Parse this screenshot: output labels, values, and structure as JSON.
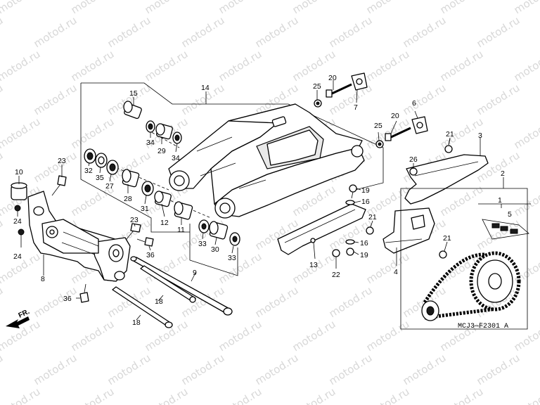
{
  "watermark": "motod.ru",
  "diagram_code": "MCJ3—F2301 A",
  "direction_label": "FR.",
  "callouts": {
    "c1": "1",
    "c2": "2",
    "c3": "3",
    "c4": "4",
    "c5": "5",
    "c6": "6",
    "c7": "7",
    "c8": "8",
    "c9": "9",
    "c10": "10",
    "c11": "11",
    "c12": "12",
    "c13": "13",
    "c14": "14",
    "c15": "15",
    "c16a": "16",
    "c16b": "16",
    "c18a": "18",
    "c18b": "18",
    "c19a": "19",
    "c19b": "19",
    "c20a": "20",
    "c20b": "20",
    "c21a": "21",
    "c21b": "21",
    "c21c": "21",
    "c22": "22",
    "c23a": "23",
    "c23b": "23",
    "c24a": "24",
    "c24b": "24",
    "c25a": "25",
    "c25b": "25",
    "c26": "26",
    "c27": "27",
    "c28": "28",
    "c29": "29",
    "c30": "30",
    "c31": "31",
    "c32": "32",
    "c33a": "33",
    "c33b": "33",
    "c34a": "34",
    "c34b": "34",
    "c35": "35",
    "c36a": "36",
    "c36b": "36"
  }
}
